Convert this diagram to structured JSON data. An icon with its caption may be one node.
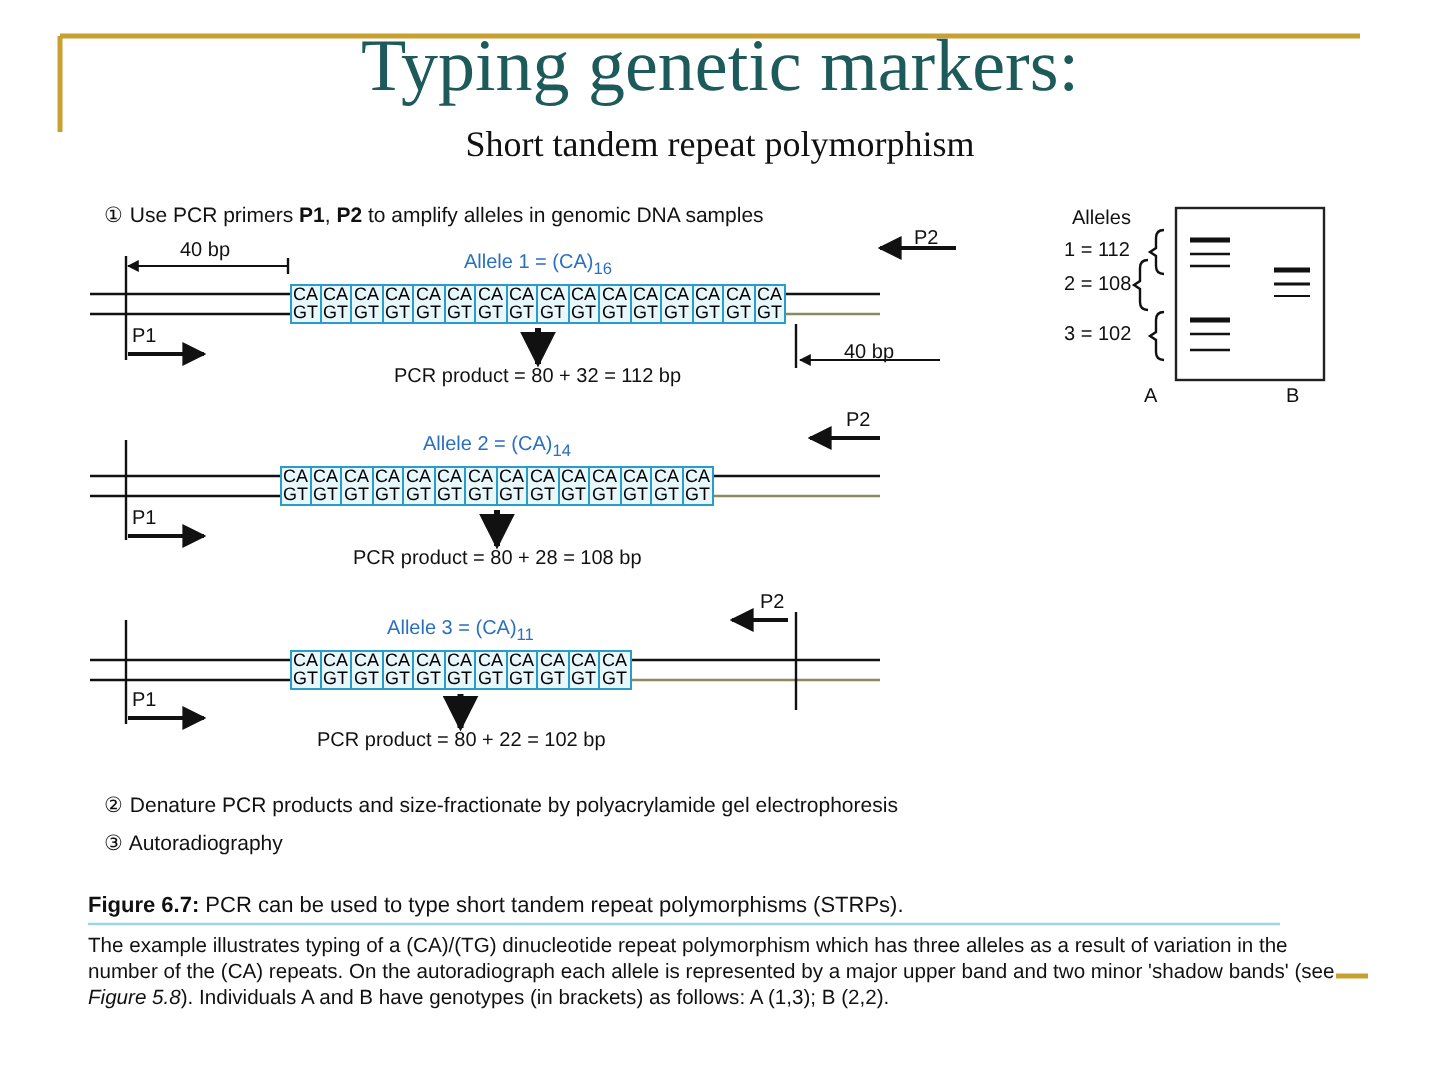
{
  "diagram": {
    "title": "Typing genetic markers:",
    "nodes": [
      {
        "text": [
          "Allele 1 = (CA)$_{16}$",
          "CA GT",
          "CA GT",
          "CA GT",
          "CA GT",
          "CA GT",
          "CA GT",
          "CA GT",
          "CA GT",
          "CA GT",
          "CA GT",
          "CA GT",
          "CA GT",
          "CA GT",
          "CA GT",
          "CA GT",
          "CA GT"
        ]
      },
      {
        "text": [
          "PCR product = 80 + 32 = 112 bp"
        ]
      },
      {
        "text": [
          "Allele 2 = (CA)$_{14}$",
          "CA GT",
          "CA GT",
          "CA GT",
          "CA GT",
          "CA GT",
          "CA GT",
          "CA GT",
          "CA GT",
          "CA GT",
          "CA GT",
          "CA GT",
          "CA GT",
          "CA GT",
          "CA GT"
        ]
      },
      {
        "text": [
          "PCR product = 80 + 28 = 108 bp"
        ]
      },
      {
        "text": [
          "Allele 3 = (CA)$_{11}$",
          "CA GT",
          "CA GT",
          "CA GT",
          "CA GT",
          "CA GT",
          "CA GT",
          "CA GT",
          "CA GT",
          "CA GT",
          "CA GT",
          "CA GT"
        ]
      },
      {
        "text": [
          "PCR product = 80 + 22 = 102 bp"
        ]
      }
    ],
    "edges": [
      {
        "from": 0,
        "to": 1,
        "arrow": "to"
      },
      {
        "from": 2,
        "to": 3,
        "arrow": "to"
      },
      {
        "from": 4,
        "to": 5,
        "arrow": "to"
      }
    ],
    "labels": [
      "Short tandem repeat polymorphism",
      "① Use PCR primers **P1**, **P2** to amplify alleles in genomic DNA samples",
      "Alleles",
      "40 bp",
      "P2",
      "1 = 112",
      "2 = 108",
      "P1",
      "40 bp",
      "3 = 102",
      "A",
      "B",
      "P2",
      "P1",
      "P2",
      "P1",
      "② Denature PCR products and size-fractionate by polyacrylamide gel electrophoresis",
      "③ Autoradiography",
      "**Figure 6.7:** PCR can be used to type short tandem repeat polymorphisms (STRPs).",
      "The example illustrates typing of a (CA)/(TG) dinucleotide repeat polymorphism which has three alleles as a result of variation in the number of the (CA) repeats. On the autoradiograph each allele is represented by a major upper band and two minor 'shadow bands' (see *Figure 5.8*). Individuals A and B have genotypes (in brackets) as follows: A (1,3); B (2,2)."
    ]
  }
}
